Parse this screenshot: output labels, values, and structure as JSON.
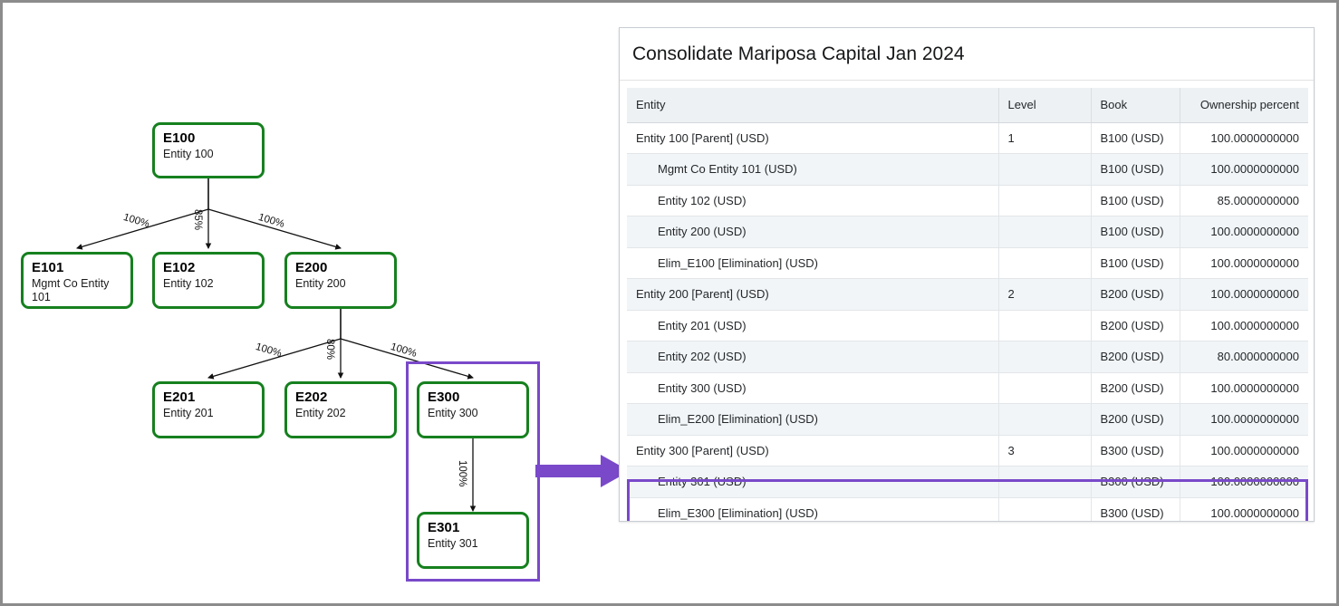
{
  "diagram": {
    "nodes": [
      {
        "id": "E100",
        "code": "E100",
        "label": "Entity 100"
      },
      {
        "id": "E101",
        "code": "E101",
        "label": "Mgmt Co Entity 101"
      },
      {
        "id": "E102",
        "code": "E102",
        "label": "Entity 102"
      },
      {
        "id": "E200",
        "code": "E200",
        "label": "Entity 200"
      },
      {
        "id": "E201",
        "code": "E201",
        "label": "Entity 201"
      },
      {
        "id": "E202",
        "code": "E202",
        "label": "Entity 202"
      },
      {
        "id": "E300",
        "code": "E300",
        "label": "Entity 300"
      },
      {
        "id": "E301",
        "code": "E301",
        "label": "Entity 301"
      }
    ],
    "edges": [
      {
        "from": "E100",
        "to": "E101",
        "percent": "100%"
      },
      {
        "from": "E100",
        "to": "E102",
        "percent": "85%"
      },
      {
        "from": "E100",
        "to": "E200",
        "percent": "100%"
      },
      {
        "from": "E200",
        "to": "E201",
        "percent": "100%"
      },
      {
        "from": "E200",
        "to": "E202",
        "percent": "80%"
      },
      {
        "from": "E200",
        "to": "E300",
        "percent": "100%"
      },
      {
        "from": "E300",
        "to": "E301",
        "percent": "100%"
      }
    ],
    "highlight_group": [
      "E300",
      "E301"
    ],
    "colors": {
      "node_border": "#16801f",
      "highlight": "#7949c9",
      "edge": "#1a1a1a"
    }
  },
  "panel": {
    "title": "Consolidate Mariposa Capital Jan 2024",
    "columns": [
      "Entity",
      "Level",
      "Book",
      "Ownership percent"
    ],
    "rows": [
      {
        "entity": "Entity 100 [Parent] (USD)",
        "indent": 0,
        "level": "1",
        "book": "B100 (USD)",
        "ownership": "100.0000000000"
      },
      {
        "entity": "Mgmt Co Entity 101 (USD)",
        "indent": 1,
        "level": "",
        "book": "B100 (USD)",
        "ownership": "100.0000000000"
      },
      {
        "entity": "Entity 102 (USD)",
        "indent": 1,
        "level": "",
        "book": "B100 (USD)",
        "ownership": "85.0000000000"
      },
      {
        "entity": "Entity 200 (USD)",
        "indent": 1,
        "level": "",
        "book": "B100 (USD)",
        "ownership": "100.0000000000"
      },
      {
        "entity": "Elim_E100 [Elimination] (USD)",
        "indent": 1,
        "level": "",
        "book": "B100 (USD)",
        "ownership": "100.0000000000"
      },
      {
        "entity": "Entity 200 [Parent] (USD)",
        "indent": 0,
        "level": "2",
        "book": "B200 (USD)",
        "ownership": "100.0000000000"
      },
      {
        "entity": "Entity 201 (USD)",
        "indent": 1,
        "level": "",
        "book": "B200 (USD)",
        "ownership": "100.0000000000"
      },
      {
        "entity": "Entity 202 (USD)",
        "indent": 1,
        "level": "",
        "book": "B200 (USD)",
        "ownership": "80.0000000000"
      },
      {
        "entity": "Entity 300 (USD)",
        "indent": 1,
        "level": "",
        "book": "B200 (USD)",
        "ownership": "100.0000000000"
      },
      {
        "entity": "Elim_E200 [Elimination] (USD)",
        "indent": 1,
        "level": "",
        "book": "B200 (USD)",
        "ownership": "100.0000000000"
      },
      {
        "entity": "Entity 300 [Parent] (USD)",
        "indent": 0,
        "level": "3",
        "book": "B300 (USD)",
        "ownership": "100.0000000000"
      },
      {
        "entity": "Entity 301 (USD)",
        "indent": 1,
        "level": "",
        "book": "B300 (USD)",
        "ownership": "100.0000000000"
      },
      {
        "entity": "Elim_E300 [Elimination] (USD)",
        "indent": 1,
        "level": "",
        "book": "B300 (USD)",
        "ownership": "100.0000000000"
      }
    ],
    "highlighted_rows": [
      10,
      11,
      12
    ]
  }
}
